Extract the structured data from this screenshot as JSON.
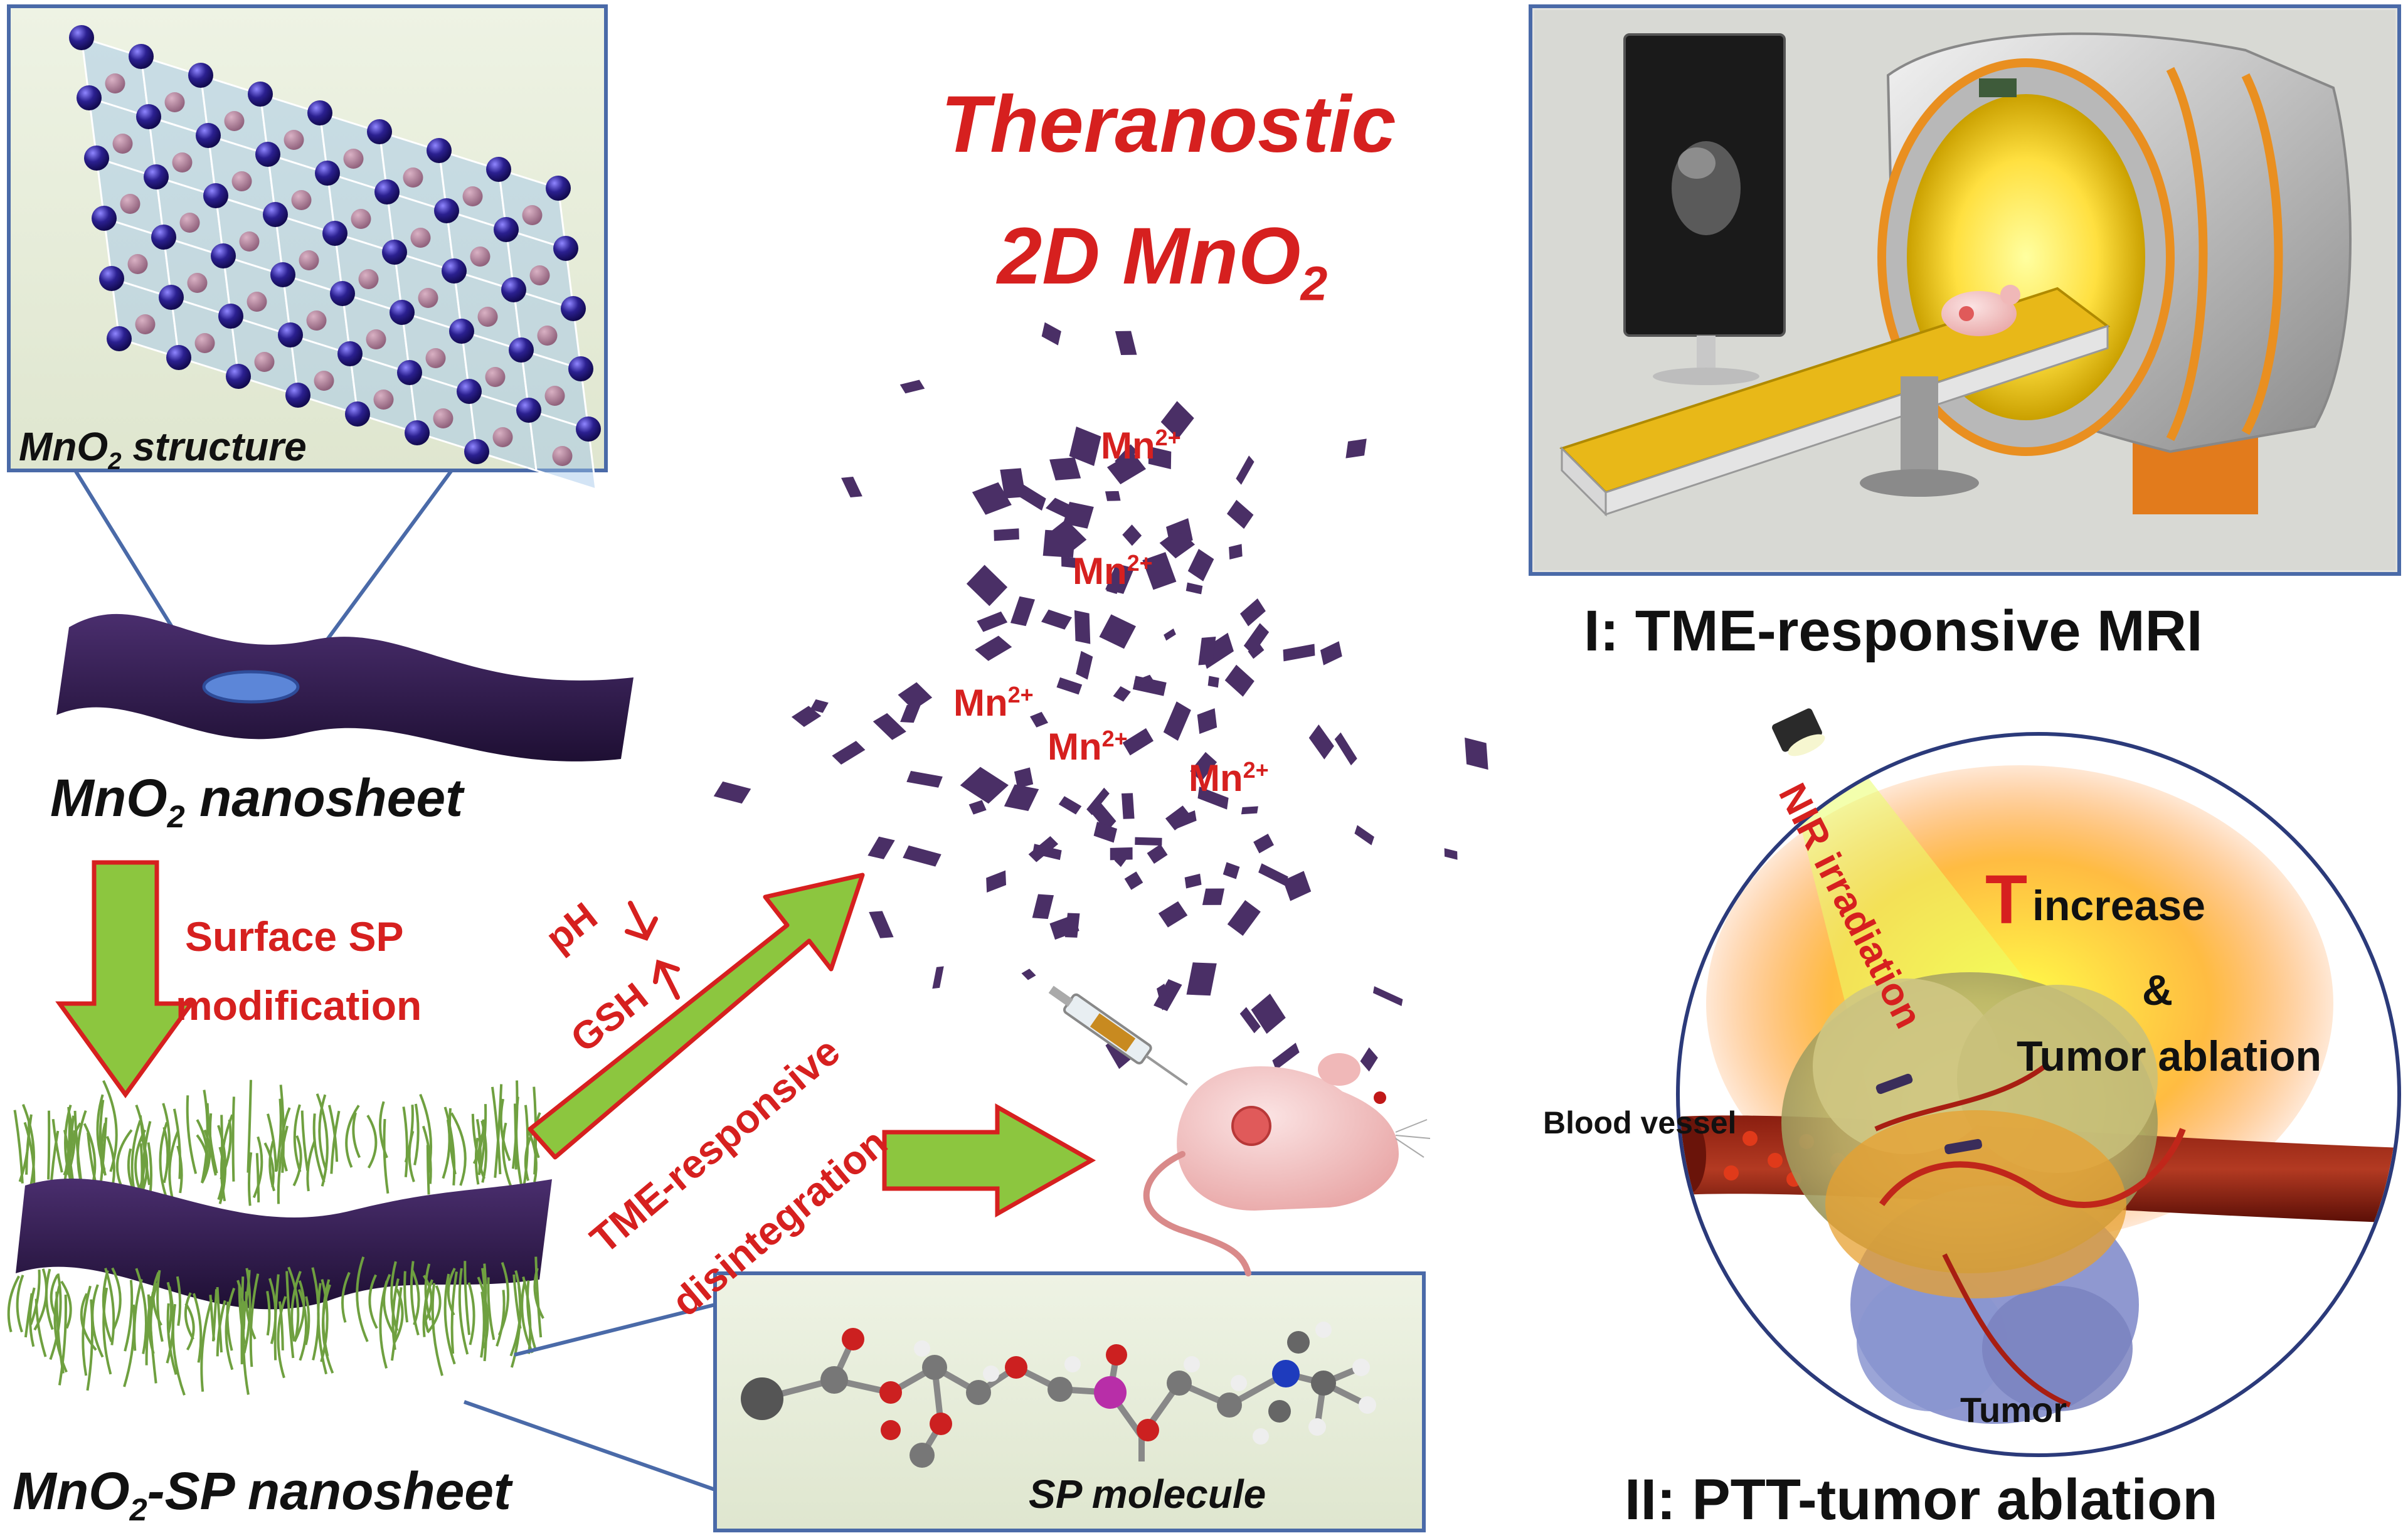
{
  "title": {
    "line1": "Theranostic",
    "line2_main": "2D MnO",
    "line2_sub": "2"
  },
  "structure_panel": {
    "label_main": "MnO",
    "label_sub": "2",
    "label_rest": " structure"
  },
  "nanosheet_label": {
    "main": "MnO",
    "sub": "2",
    "rest": " nanosheet"
  },
  "sp_nanosheet_label": {
    "main": "MnO",
    "sub": "2",
    "rest": "-SP nanosheet"
  },
  "modification": {
    "line1": "Surface SP",
    "line2": "modification"
  },
  "triggers": {
    "ph": "pH",
    "gsh": "GSH"
  },
  "disintegration": {
    "line1": "TME-responsive",
    "line2": "disintegration"
  },
  "sp_molecule_label": "SP molecule",
  "mn_ions": {
    "base": "Mn",
    "charge": "2+"
  },
  "mri": {
    "caption": "I: TME-responsive MRI"
  },
  "ptt": {
    "caption": "II: PTT-tumor ablation",
    "nir": "NIR irradiation",
    "t_letter": "T",
    "increase": "increase",
    "ampersand": "&",
    "ablation": "Tumor ablation",
    "vessel": "Blood vessel",
    "tumor": "Tumor"
  },
  "colors": {
    "accent_red": "#d6201f",
    "arrow_green": "#8cc63f",
    "panel_border": "#4a6aa8",
    "sheet_purple": "#2f1a4a",
    "mn_atom": "#2b2090"
  }
}
